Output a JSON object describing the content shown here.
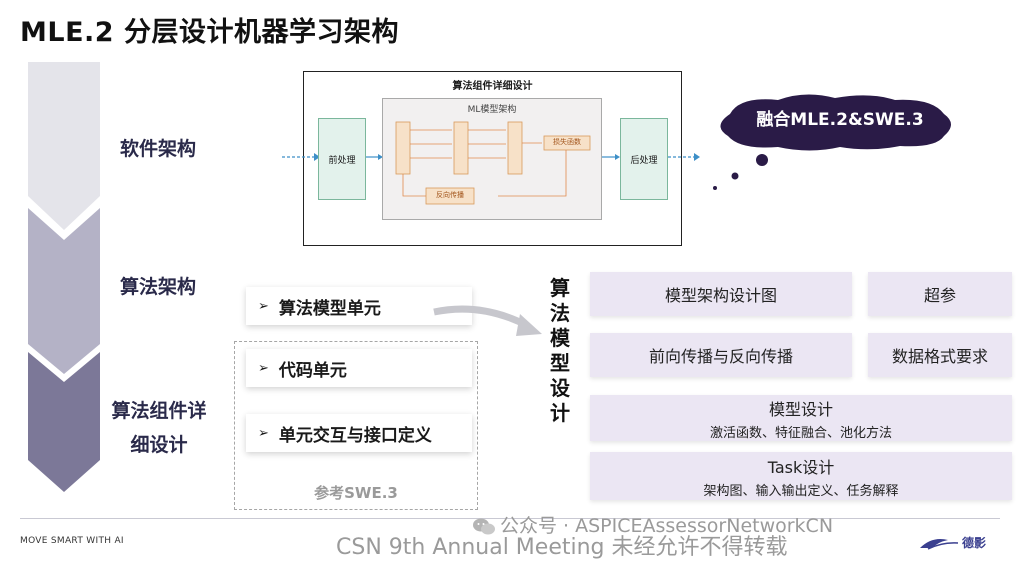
{
  "title": "MLE.2 分层设计机器学习架构",
  "chevrons": [
    {
      "label": "软件架构"
    },
    {
      "label": "算法架构"
    },
    {
      "label_line1": "算法组件详",
      "label_line2": "细设计"
    }
  ],
  "diagram": {
    "title": "算法组件详细设计",
    "ml_title": "ML模型架构",
    "pre": "前处理",
    "post": "后处理",
    "loss": "损失函数",
    "backprop": "反向传播"
  },
  "callout": "融合MLE.2&SWE.3",
  "units": {
    "item1": "算法模型单元",
    "item2": "代码单元",
    "item3": "单元交互与接口定义",
    "ref": "参考SWE.3",
    "arrow_glyph": "➢"
  },
  "vertical_title": [
    "算",
    "法",
    "模",
    "型",
    "设",
    "计"
  ],
  "cards": {
    "c1": "模型架构设计图",
    "c2": "超参",
    "c3": "前向传播与反向传播",
    "c4": "数据格式要求",
    "c5_title": "模型设计",
    "c5_sub": "激活函数、特征融合、池化方法",
    "c6_title": "Task设计",
    "c6_sub": "架构图、输入输出定义、任务解释"
  },
  "footer": {
    "left": "MOVE SMART WITH AI",
    "wechat": "公众号 · ASPICEAssessorNetworkCN",
    "event": "CSN 9th Annual Meeting 未经允许不得转载",
    "logo": "德影"
  },
  "colors": {
    "chevron1": "#e4e4ea",
    "chevron2": "#b4b2c6",
    "chevron3": "#7c7898",
    "card_bg": "#ebe6f3",
    "callout": "#2a1b47",
    "pre_post_box": "#e3f2ec",
    "ml_box": "#f2f0f0",
    "loss_box": "#f7e1c8"
  }
}
